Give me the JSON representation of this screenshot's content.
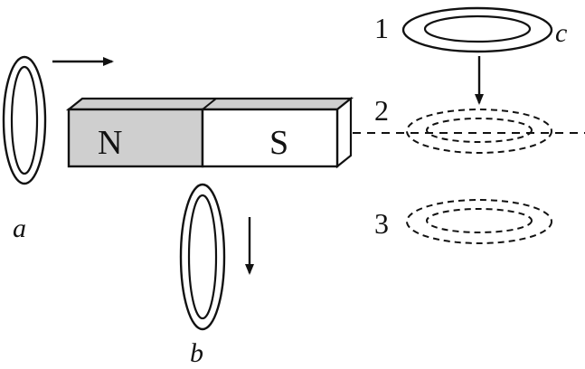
{
  "magnet": {
    "north_label": "N",
    "south_label": "S",
    "north_fill": "#cfcfcf",
    "south_fill": "#ffffff"
  },
  "rings": {
    "a_label": "a",
    "b_label": "b",
    "c_label": "c"
  },
  "positions": {
    "p1": "1",
    "p2": "2",
    "p3": "3"
  },
  "colors": {
    "ink": "#111111",
    "background": "#ffffff"
  }
}
